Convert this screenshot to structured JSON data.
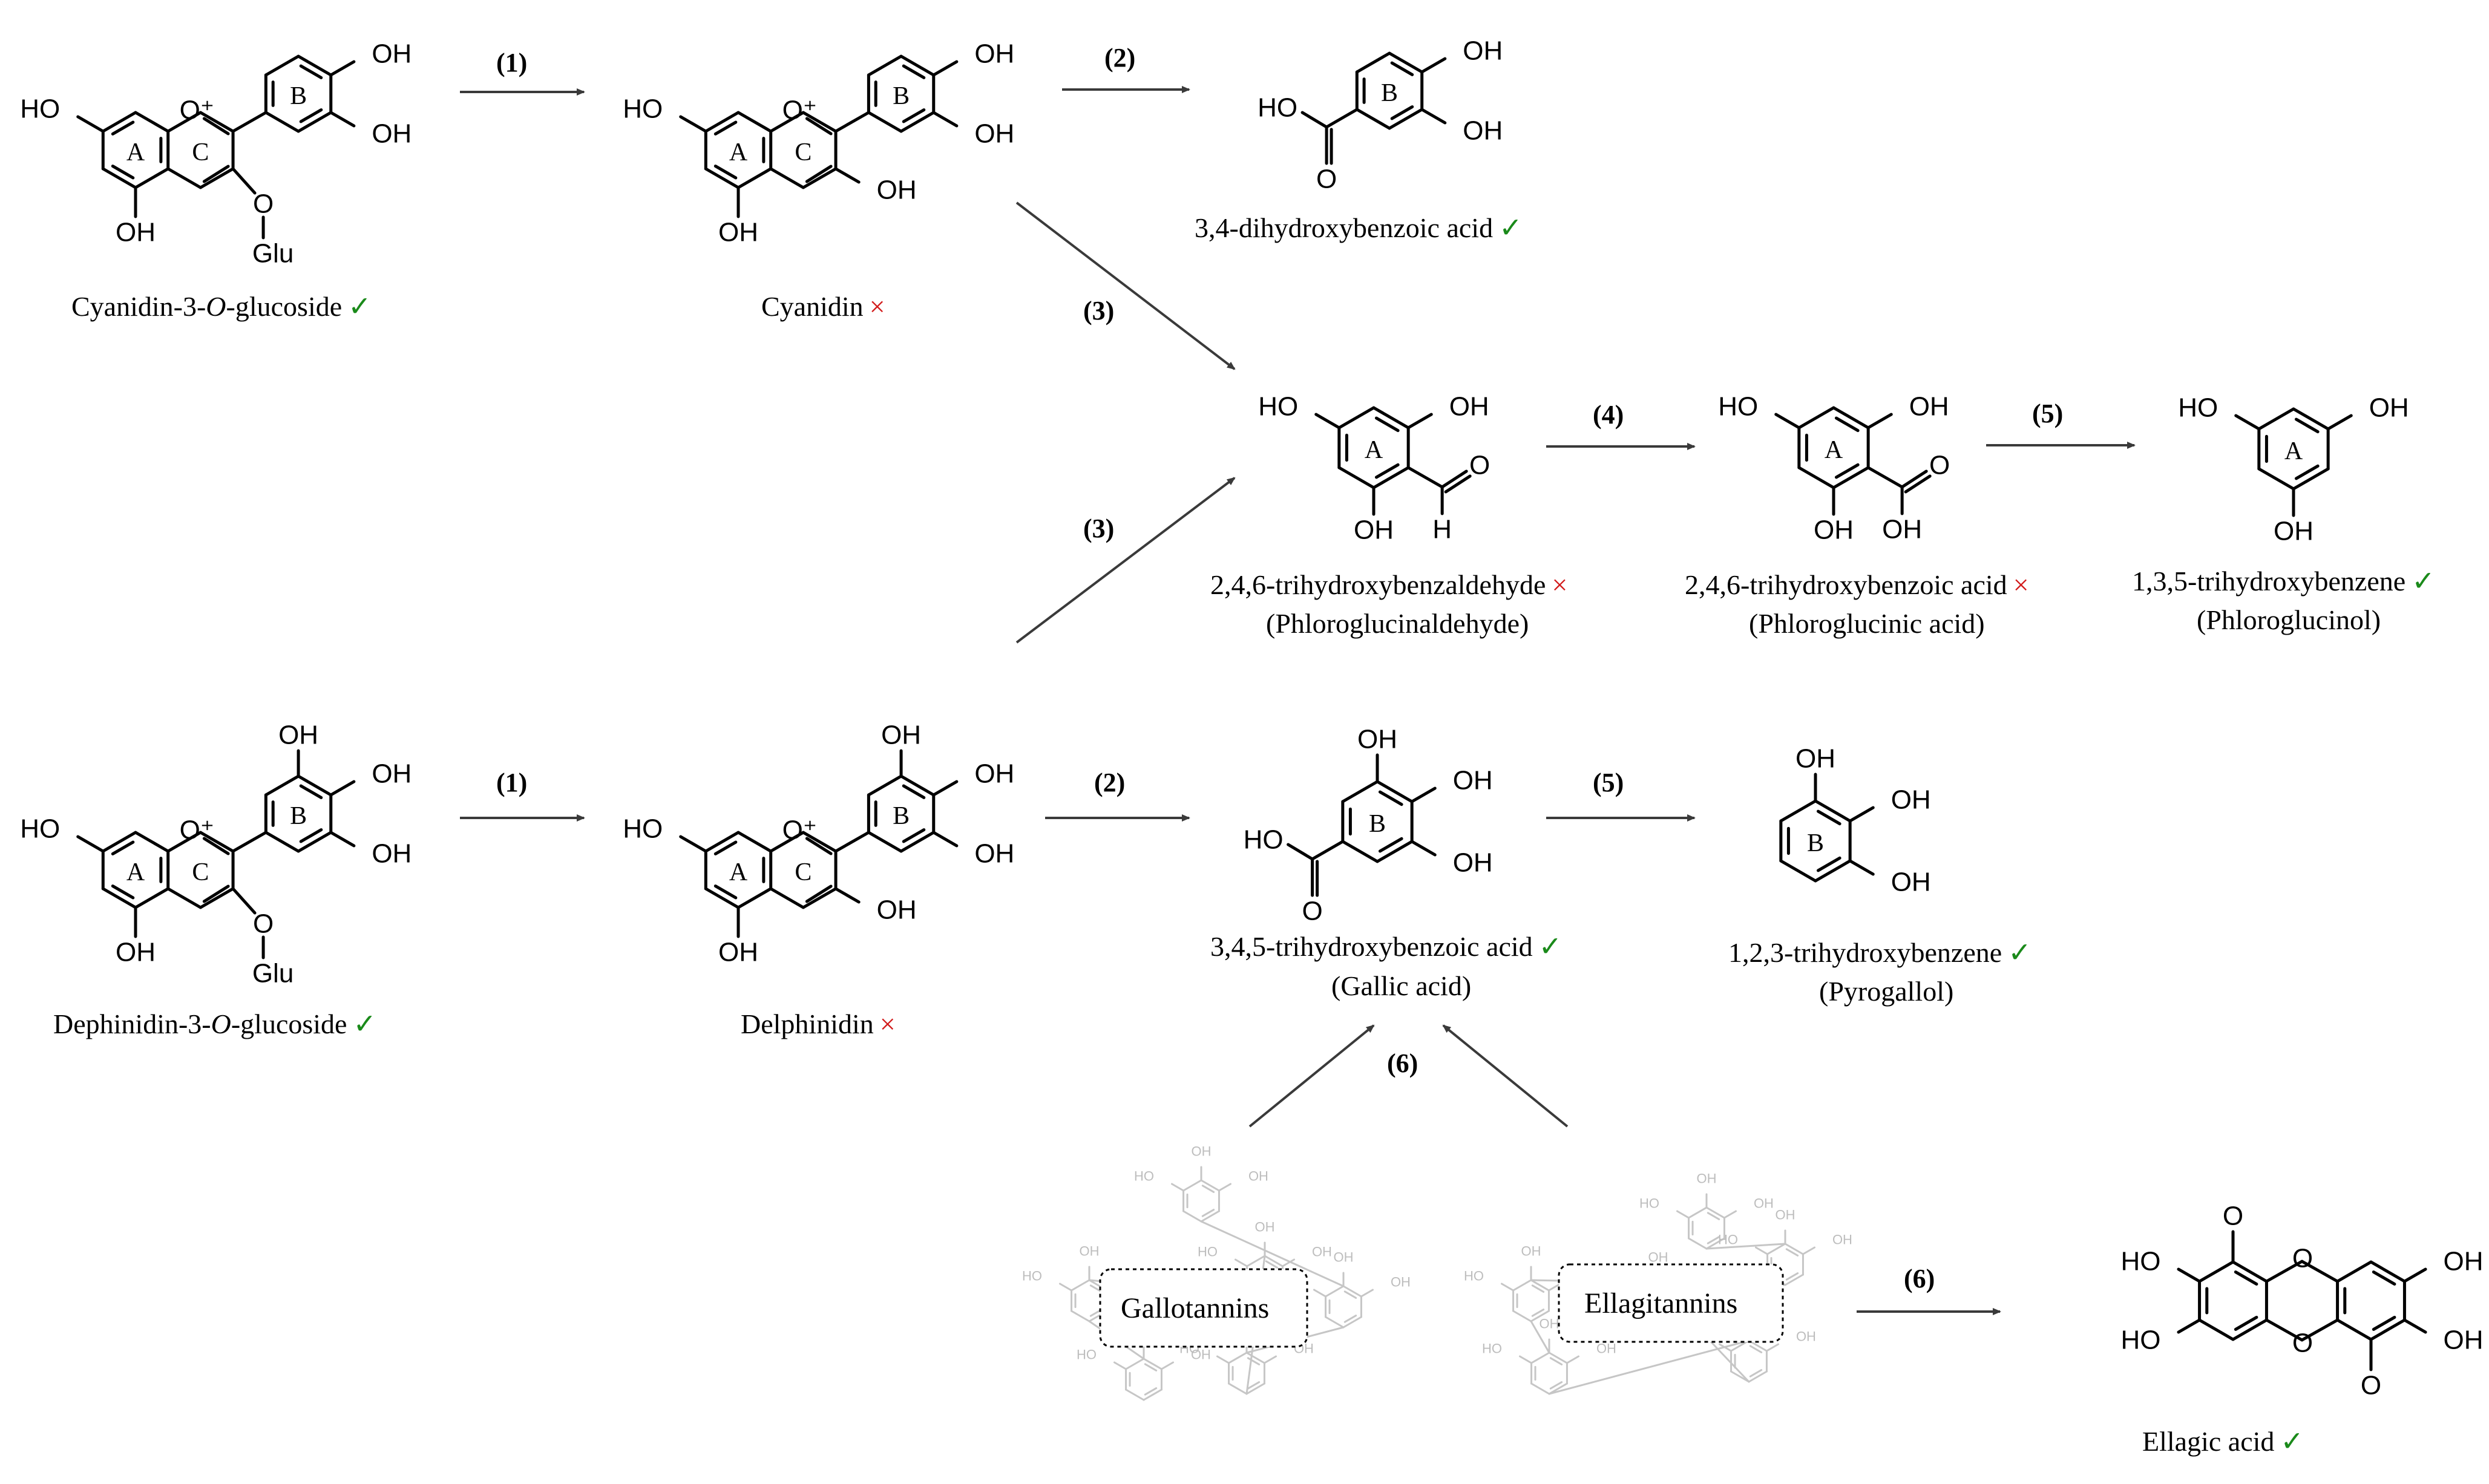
{
  "atoms": {
    "HO": "HO",
    "OH": "OH",
    "O_plus": "O⁺",
    "O": "O",
    "Glu": "Glu",
    "H": "H"
  },
  "rings": {
    "A": "A",
    "B": "B",
    "C": "C"
  },
  "steps": {
    "s1": "(1)",
    "s2": "(2)",
    "s3": "(3)",
    "s4": "(4)",
    "s5": "(5)",
    "s6": "(6)"
  },
  "marks": {
    "ok": "✓",
    "bad": "×"
  },
  "compounds": {
    "cyanidin3glc": {
      "name": "Cyanidin-3-",
      "italic": "O",
      "tail": "-glucoside",
      "status": "ok"
    },
    "cyanidin": {
      "name": "Cyanidin",
      "status": "bad"
    },
    "dhba": {
      "name": "3,4-dihydroxybenzoic acid",
      "status": "ok"
    },
    "thbaldehyde": {
      "name": "2,4,6-trihydroxybenzaldehyde",
      "sub": "(Phloroglucinaldehyde)",
      "status": "bad"
    },
    "thba_acid": {
      "name": "2,4,6-trihydroxybenzoic acid",
      "sub": "(Phloroglucinic acid)",
      "status": "bad"
    },
    "thb135": {
      "name": "1,3,5-trihydroxybenzene",
      "sub": "(Phloroglucinol)",
      "status": "ok"
    },
    "delph3glc": {
      "name": "Dephinidin-3-",
      "italic": "O",
      "tail": "-glucoside",
      "status": "ok"
    },
    "delphinidin": {
      "name": "Delphinidin",
      "status": "bad"
    },
    "gallic": {
      "name": "3,4,5-trihydroxybenzoic acid",
      "sub": "(Gallic acid)",
      "status": "ok"
    },
    "pyrogallol": {
      "name": "1,2,3-trihydroxybenzene",
      "sub": "(Pyrogallol)",
      "status": "ok"
    },
    "gallotannins": {
      "name": "Gallotannins"
    },
    "ellagitannins": {
      "name": "Ellagitannins"
    },
    "ellagic": {
      "name": "Ellagic acid",
      "status": "ok"
    }
  },
  "colors": {
    "ok": "#1a8a1a",
    "bad": "#d21a1a",
    "tannin_grey": "#c6c6c6"
  }
}
